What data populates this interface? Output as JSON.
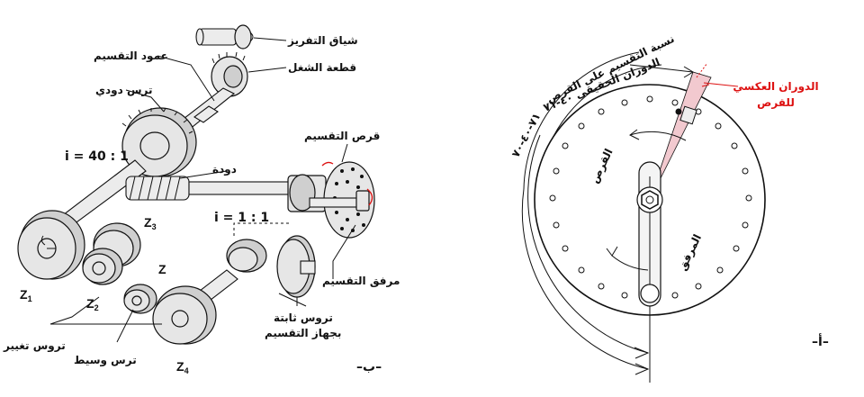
{
  "left_figure": {
    "caption": "–ب–",
    "labels": {
      "milling_spindle": "شياق التفريز",
      "workpiece": "قطعة الشغل",
      "dividing_shaft": "عمود التقسيم",
      "worm_gear": "ترس دودي",
      "ratio_40": "i = 40 : 1",
      "worm": "دودة",
      "index_plate": "قرص التقسيم",
      "ratio_1": "i = 1 : 1",
      "index_pin": "مرفق التقسيم",
      "fixed_gears_l1": "تروس ثابتة",
      "fixed_gears_l2": "بجهاز التقسيم",
      "change_gears": "تروس تغيير",
      "idler_gear": "ترس وسيط",
      "z1": "Z",
      "z1_sub": "1",
      "z2": "Z",
      "z2_sub": "2",
      "z3": "Z",
      "z3_sub": "3",
      "z4": "Z",
      "z4_sub": "4",
      "z": "Z"
    }
  },
  "right_figure": {
    "caption": "–أ–",
    "labels": {
      "ratio_on_plate": "نسبة التقسيم على القرص",
      "actual_rotation": "الدوران الحقيقي ٤٠-٧١",
      "side_ratio": "٧١-٤٠-٧٠",
      "reverse_rotation_l1": "الدوران العكسي",
      "reverse_rotation_l2": "للقرص",
      "plate": "القرص",
      "crank": "المرفق"
    },
    "colors": {
      "red": "#d11111",
      "pink": "#f2c9cf"
    }
  }
}
